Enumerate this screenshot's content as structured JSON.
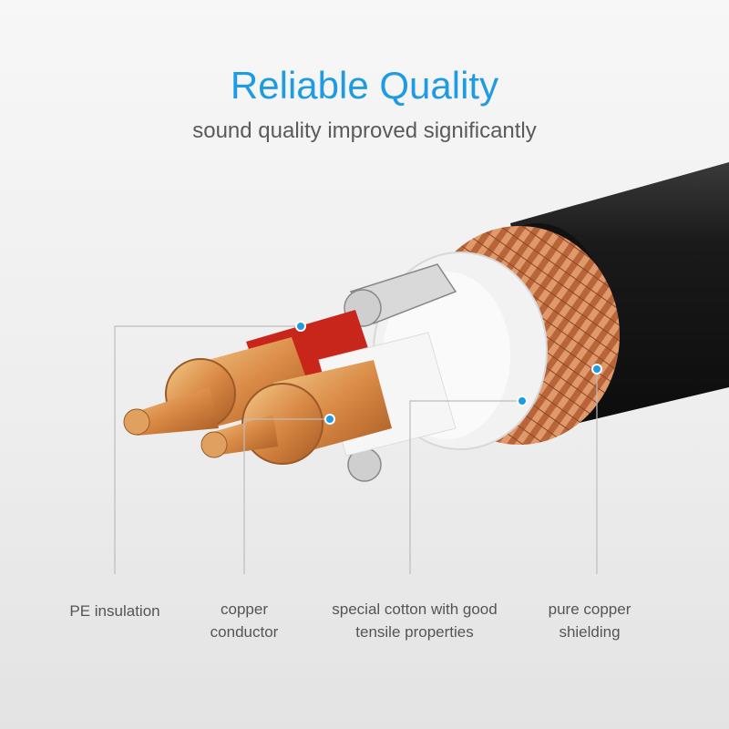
{
  "header": {
    "title": "Reliable Quality",
    "subtitle": "sound quality improved significantly"
  },
  "callouts": [
    {
      "label": "PE insulation"
    },
    {
      "label": "copper conductor"
    },
    {
      "label": "special cotton with good tensile properties"
    },
    {
      "label": "pure copper shielding"
    }
  ],
  "colors": {
    "accent": "#1e9be2",
    "copper": "#c8743f",
    "jacket": "#1a1a1a",
    "red_insulation": "#c8261b"
  }
}
